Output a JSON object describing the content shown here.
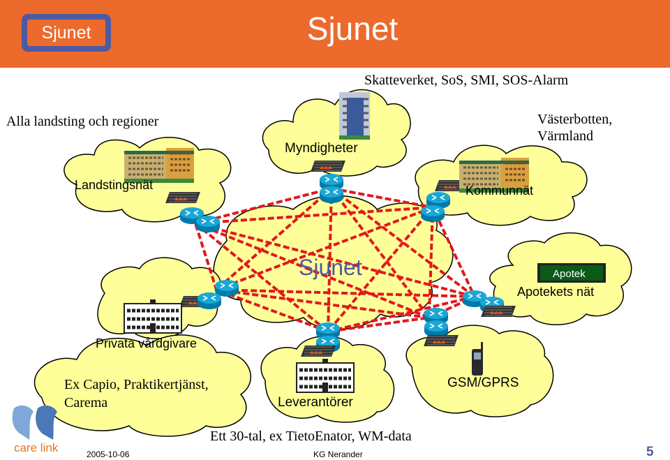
{
  "header": {
    "title": "Sjunet",
    "logo_text": "Sjunet"
  },
  "labels": {
    "top_agencies": "Skatteverket, SoS, SMI, SOS-Alarm",
    "all_regions": "Alla landsting och regioner",
    "myndigheter": "Myndigheter",
    "vasterbotten_line1": "Västerbotten,",
    "vasterbotten_line2": "Värmland",
    "landstingsnat": "Landstingsnät",
    "kommunnat": "Kommunnät",
    "center": "Sjunet",
    "apotek_sign": "Apotek",
    "apotekets_nat": "Apotekets nät",
    "privata": "Privata vårdgivare",
    "excapio_line1": "Ex Capio, Praktikertjänst,",
    "excapio_line2": "Carema",
    "leverantorer": "Leverantörer",
    "gsm": "GSM/GPRS",
    "ett30": "Ett 30-tal, ex TietoEnator, WM-data"
  },
  "footer": {
    "date": "2005-10-06",
    "author": "KG Nerander",
    "page": "5",
    "carelink": "care link"
  },
  "colors": {
    "header": "#ec6a2c",
    "logo_box": "#4d5aa1",
    "cloud": "#ffff99",
    "dash": "#e0191b",
    "router": "#0099cc",
    "title_blue": "#4d5aa1",
    "apotek_green": "#0a5a18"
  }
}
